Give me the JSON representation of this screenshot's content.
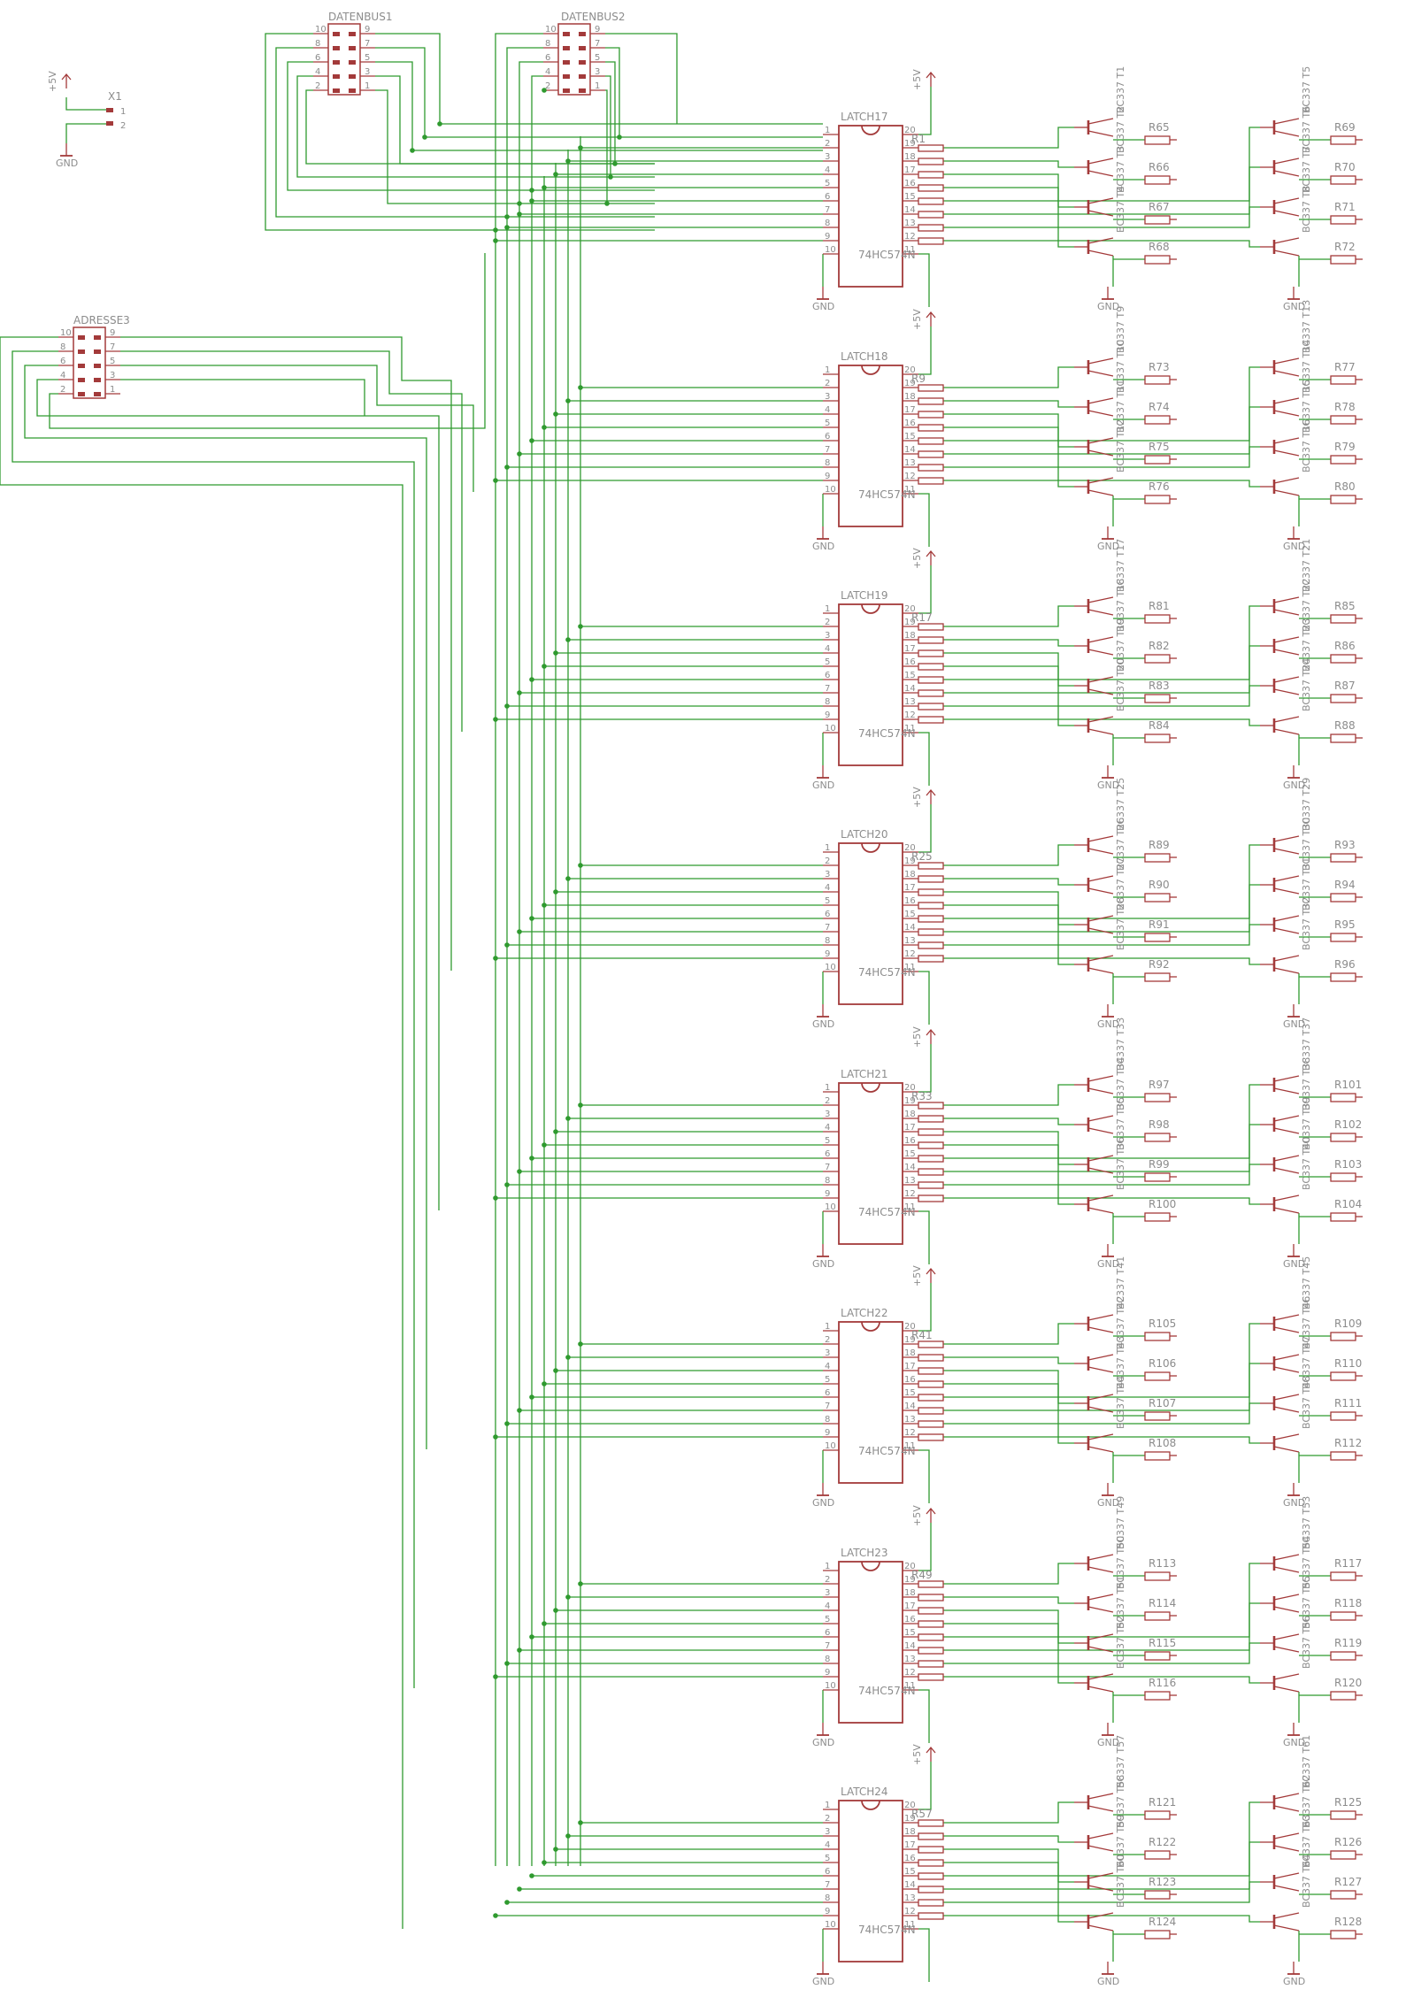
{
  "colors": {
    "wire": "#2f9a2f",
    "junction": "#2f9a2f",
    "part": "#a33a3a",
    "label": "#8c8c8c",
    "background": "#ffffff"
  },
  "power": {
    "vcc": "+5V",
    "gnd": "GND"
  },
  "connectors": [
    {
      "ref": "DATENBUS1",
      "pins_left": [
        "10",
        "8",
        "6",
        "4",
        "2"
      ],
      "pins_right": [
        "9",
        "7",
        "5",
        "3",
        "1"
      ]
    },
    {
      "ref": "DATENBUS2",
      "pins_left": [
        "10",
        "8",
        "6",
        "4",
        "2"
      ],
      "pins_right": [
        "9",
        "7",
        "5",
        "3",
        "1"
      ]
    },
    {
      "ref": "ADRESSE3",
      "pins_left": [
        "10",
        "8",
        "6",
        "4",
        "2"
      ],
      "pins_right": [
        "9",
        "7",
        "5",
        "3",
        "1"
      ]
    },
    {
      "ref": "X1",
      "pins": [
        "1",
        "2"
      ]
    }
  ],
  "latch_type": "74HC574N",
  "transistor_type": "BC337",
  "latches": [
    {
      "name": "LATCH17",
      "r_first": "R1"
    },
    {
      "name": "LATCH18",
      "r_first": "R9"
    },
    {
      "name": "LATCH19",
      "r_first": "R17"
    },
    {
      "name": "LATCH20",
      "r_first": "R25"
    },
    {
      "name": "LATCH21",
      "r_first": "R33"
    },
    {
      "name": "LATCH22",
      "r_first": "R41"
    },
    {
      "name": "LATCH23",
      "r_first": "R49"
    },
    {
      "name": "LATCH24",
      "r_first": "R57"
    }
  ],
  "latch_pins_left": [
    "1",
    "2",
    "3",
    "4",
    "5",
    "6",
    "7",
    "8",
    "9",
    "10"
  ],
  "latch_pins_right": [
    "20",
    "19",
    "18",
    "17",
    "16",
    "15",
    "14",
    "13",
    "12",
    "11"
  ],
  "out_resistors": [
    "R65",
    "R66",
    "R67",
    "R68",
    "R69",
    "R70",
    "R71",
    "R72",
    "R73",
    "R74",
    "R75",
    "R76",
    "R77",
    "R78",
    "R79",
    "R80",
    "R81",
    "R82",
    "R83",
    "R84",
    "R85",
    "R86",
    "R87",
    "R88",
    "R89",
    "R90",
    "R91",
    "R92",
    "R93",
    "R94",
    "R95",
    "R96",
    "R97",
    "R98",
    "R99",
    "R100",
    "R101",
    "R102",
    "R103",
    "R104",
    "R105",
    "R106",
    "R107",
    "R108",
    "R109",
    "R110",
    "R111",
    "R112",
    "R113",
    "R114",
    "R115",
    "R116",
    "R117",
    "R118",
    "R119",
    "R120",
    "R121",
    "R122",
    "R123",
    "R124",
    "R125",
    "R126",
    "R127",
    "R128"
  ],
  "transistors": [
    "T1",
    "T2",
    "T3",
    "T4",
    "T5",
    "T6",
    "T7",
    "T8",
    "T9",
    "T10",
    "T11",
    "T12",
    "T13",
    "T14",
    "T15",
    "T16",
    "T17",
    "T18",
    "T19",
    "T20",
    "T21",
    "T22",
    "T23",
    "T24",
    "T25",
    "T26",
    "T27",
    "T28",
    "T29",
    "T30",
    "T31",
    "T32",
    "T33",
    "T34",
    "T35",
    "T36",
    "T37",
    "T38",
    "T39",
    "T40",
    "T41",
    "T42",
    "T43",
    "T44",
    "T45",
    "T46",
    "T47",
    "T48",
    "T49",
    "T50",
    "T51",
    "T52",
    "T53",
    "T54",
    "T55",
    "T56",
    "T57",
    "T58",
    "T59",
    "T60",
    "T61",
    "T62",
    "T63",
    "T64"
  ]
}
